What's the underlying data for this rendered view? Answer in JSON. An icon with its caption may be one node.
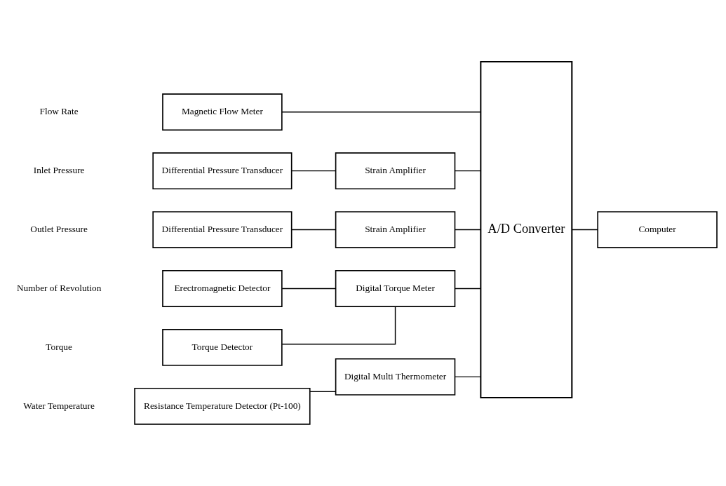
{
  "diagram": {
    "nodes": [
      {
        "text": [
          "Magnetic Flow Meter"
        ]
      },
      {
        "text": [
          "Differential Pressure Transducer"
        ]
      },
      {
        "text": [
          "Strain Amplifier"
        ]
      },
      {
        "text": [
          "Differential Pressure Transducer"
        ]
      },
      {
        "text": [
          "Strain Amplifier"
        ]
      },
      {
        "text": [
          "Erectromagnetic Detector"
        ]
      },
      {
        "text": [
          "Torque Detector"
        ]
      },
      {
        "text": [
          "Digital Torque Meter"
        ]
      },
      {
        "text": [
          "Resistance Temperature Detector (Pt-100)"
        ]
      },
      {
        "text": [
          "Digital Multi Thermometer"
        ]
      },
      {
        "text": [
          "A/D Converter"
        ]
      },
      {
        "text": [
          "Computer"
        ]
      }
    ],
    "edges": [
      {
        "from": 0,
        "to": 10,
        "arrow": "none"
      },
      {
        "from": 1,
        "to": 2,
        "arrow": "none"
      },
      {
        "from": 2,
        "to": 10,
        "arrow": "none"
      },
      {
        "from": 3,
        "to": 4,
        "arrow": "none"
      },
      {
        "from": 4,
        "to": 10,
        "arrow": "none"
      },
      {
        "from": 5,
        "to": 7,
        "arrow": "none"
      },
      {
        "from": 6,
        "to": 7,
        "arrow": "none"
      },
      {
        "from": 7,
        "to": 10,
        "arrow": "none"
      },
      {
        "from": 8,
        "to": 9,
        "arrow": "none"
      },
      {
        "from": 9,
        "to": 10,
        "arrow": "none"
      },
      {
        "from": 10,
        "to": 11,
        "arrow": "none"
      }
    ],
    "labels": [
      "Flow Rate",
      "Inlet Pressure",
      "Outlet Pressure",
      "Number of Revolution",
      "Torque",
      "Water Temperature"
    ]
  }
}
